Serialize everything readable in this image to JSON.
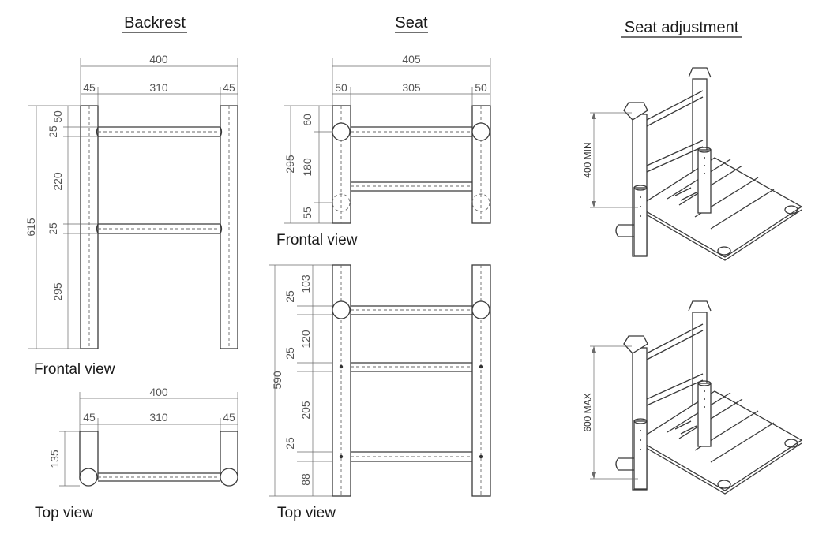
{
  "titles": {
    "backrest": "Backrest",
    "seat": "Seat",
    "seat_adjustment": "Seat adjustment"
  },
  "views": {
    "backrest_frontal": "Frontal view",
    "backrest_top": "Top view",
    "seat_frontal": "Frontal view",
    "seat_top": "Top view"
  },
  "backrest_frontal": {
    "overall_width": "400",
    "left_post": "45",
    "inner_width": "310",
    "right_post": "45",
    "overall_height": "615",
    "top_gap": "50",
    "rail1": "25",
    "gap_mid": "220",
    "rail2": "25",
    "bottom": "295"
  },
  "backrest_top": {
    "overall_width": "400",
    "left_post": "45",
    "inner_width": "310",
    "right_post": "45",
    "depth": "135"
  },
  "seat_frontal": {
    "overall_width": "405",
    "left_post": "50",
    "inner_width": "305",
    "right_post": "50",
    "overall_height": "295",
    "top": "60",
    "middle": "180",
    "bottom": "55"
  },
  "seat_top": {
    "overall_height": "590",
    "top": "103",
    "rail1": "25",
    "gap1": "120",
    "rail2": "25",
    "gap2": "205",
    "rail3": "25",
    "bottom": "88"
  },
  "seat_adjustment": {
    "min_label": "400 MIN",
    "max_label": "600 MAX"
  }
}
